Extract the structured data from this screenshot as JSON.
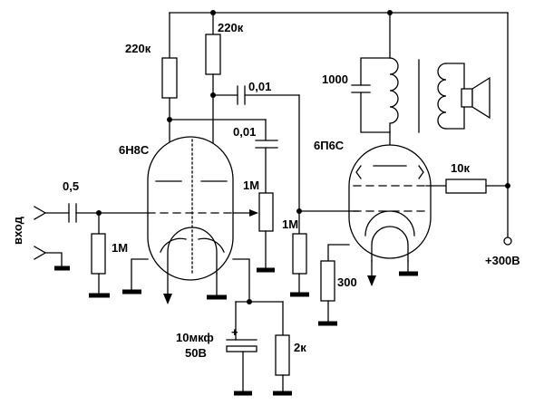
{
  "labels": {
    "input": "вход",
    "r_input": "0,5",
    "r_grid_leak": "1М",
    "r_plate1": "220к",
    "r_plate2": "220к",
    "c_coupling1": "0,01",
    "c_coupling2": "0,01",
    "tube1": "6Н8С",
    "tube2": "6П6С",
    "pot": "1М",
    "r_grid2": "1М",
    "c_tone": "1000",
    "r_screen": "10к",
    "r_cathode2": "300",
    "c_cathode1": "10мкф",
    "c_cathode1_voltage": "50В",
    "c_cathode1_polarity": "+",
    "r_cathode1": "2к",
    "supply": "+300В"
  }
}
